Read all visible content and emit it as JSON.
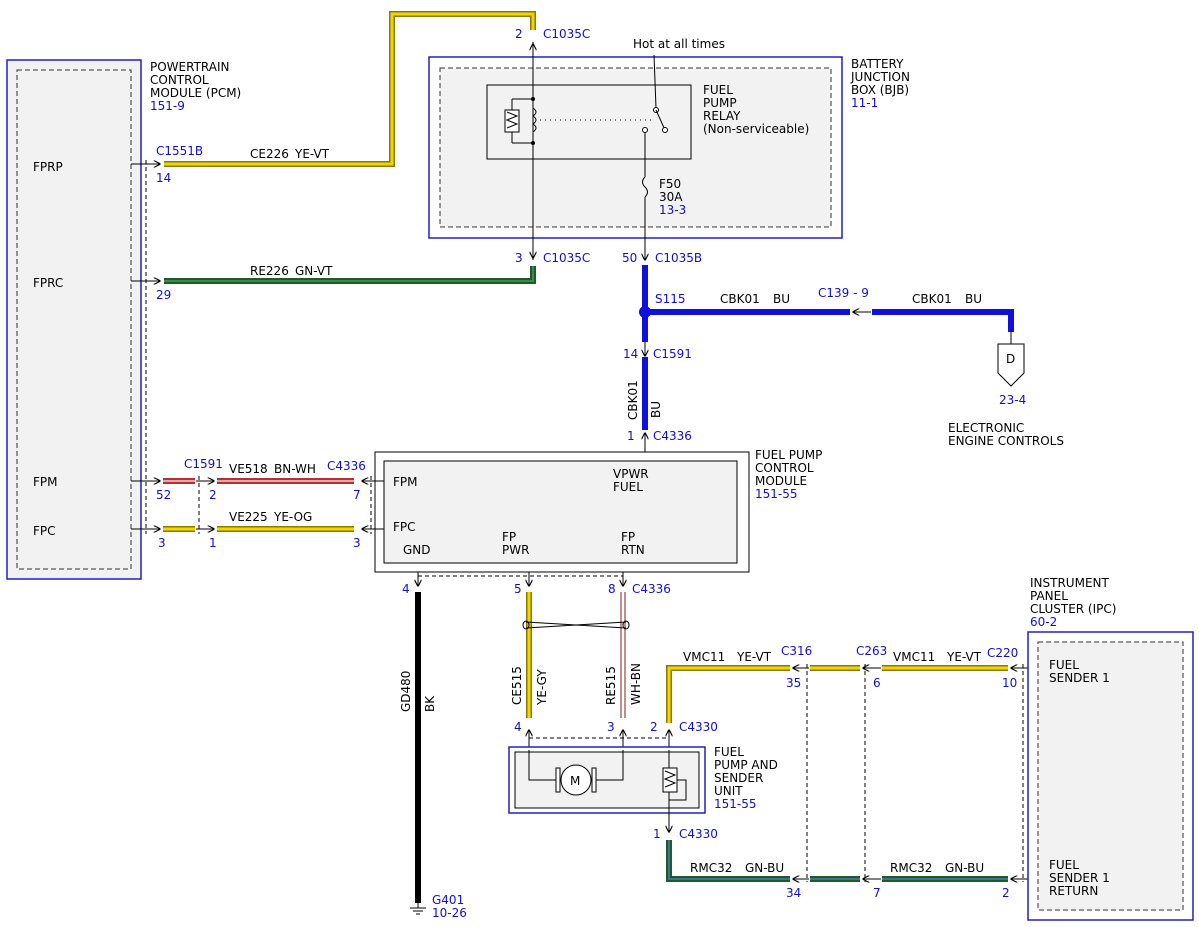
{
  "colors": {
    "blue_label": "#1010cc",
    "wire_yellow": "#f2d400",
    "wire_yellow_edge": "#8a7a00",
    "wire_blue": "#1010dd",
    "wire_green": "#1e5a2c",
    "wire_red": "#b53030",
    "wire_black": "#000000",
    "box_fill": "#f2f2f2"
  },
  "modules": {
    "pcm": {
      "name_lines": [
        "POWERTRAIN",
        "CONTROL",
        "MODULE (PCM)"
      ],
      "ref": "151-9",
      "pins": [
        "FPRP",
        "FPRC",
        "FPM",
        "FPC"
      ]
    },
    "bjb": {
      "name_lines": [
        "BATTERY",
        "JUNCTION",
        "BOX (BJB)"
      ],
      "ref": "11-1",
      "hot_label": "Hot at all times",
      "relay_lines": [
        "FUEL",
        "PUMP",
        "RELAY",
        "(Non-serviceable)"
      ],
      "fuse_lines": [
        "F50",
        "30A"
      ],
      "fuse_ref": "13-3"
    },
    "fpcm": {
      "name_lines": [
        "FUEL PUMP",
        "CONTROL",
        "MODULE"
      ],
      "ref": "151-55",
      "pin_fpm": "FPM",
      "pin_fpc": "FPC",
      "vpwr_lines": [
        "VPWR",
        "FUEL"
      ],
      "gnd": "GND",
      "fp_pwr_lines": [
        "FP",
        "PWR"
      ],
      "fp_rtn_lines": [
        "FP",
        "RTN"
      ]
    },
    "pump": {
      "name_lines": [
        "FUEL",
        "PUMP AND",
        "SENDER",
        "UNIT"
      ],
      "ref": "151-55",
      "motor_label": "M"
    },
    "ipc": {
      "name_lines": [
        "INSTRUMENT",
        "PANEL",
        "CLUSTER (IPC)"
      ],
      "ref": "60-2",
      "pin_sender_lines": [
        "FUEL",
        "SENDER 1"
      ],
      "pin_return_lines": [
        "FUEL",
        "SENDER 1",
        "RETURN"
      ]
    },
    "eec": {
      "name_lines": [
        "ELECTRONIC",
        "ENGINE CONTROLS"
      ],
      "ref": "23-4",
      "connector_letter": "D"
    }
  },
  "connectors": {
    "c1035c_top": {
      "pin": "2",
      "name": "C1035C"
    },
    "c1035c_bot": {
      "pin": "3",
      "name": "C1035C"
    },
    "c1035b": {
      "pin": "50",
      "name": "C1035B"
    },
    "c1551b": {
      "name": "C1551B",
      "pin_fprp": "14",
      "pin_fprc": "29"
    },
    "s115": "S115",
    "c139": "C139 - 9",
    "c1591_top": {
      "pin": "14",
      "name": "C1591"
    },
    "c4336_top": {
      "pin": "1",
      "name": "C4336"
    },
    "c1591_left": {
      "name": "C1591",
      "pcm_pin_fpm": "52",
      "pcm_pin_fpc": "3",
      "pin_fpm": "2",
      "pin_fpc": "1"
    },
    "c4336_left": {
      "name": "C4336",
      "pin_fpm": "7",
      "pin_fpc": "3"
    },
    "c4336_bot": {
      "name": "C4336",
      "pin_gnd": "4",
      "pin_pwr": "5",
      "pin_rtn": "8"
    },
    "c4330_top": {
      "name": "C4330",
      "pin_ce": "4",
      "pin_re": "3",
      "pin_vmc": "2"
    },
    "c4330_bot": {
      "pin": "1",
      "name": "C4330"
    },
    "c316": {
      "name": "C316",
      "pin_vmc": "35",
      "pin_rmc": "34"
    },
    "c263": {
      "name": "C263",
      "pin_vmc": "6",
      "pin_rmc": "7"
    },
    "c220": {
      "name": "C220",
      "pin_vmc": "10",
      "pin_rmc": "2"
    },
    "g401": {
      "name": "G401",
      "ref": "10-26"
    }
  },
  "wires": {
    "ce226": {
      "circuit": "CE226",
      "color": "YE-VT"
    },
    "re226": {
      "circuit": "RE226",
      "color": "GN-VT"
    },
    "cbk01_h1": {
      "circuit": "CBK01",
      "color": "BU"
    },
    "cbk01_h2": {
      "circuit": "CBK01",
      "color": "BU"
    },
    "cbk01_v": {
      "circuit": "CBK01",
      "color": "BU"
    },
    "ve518": {
      "circuit": "VE518",
      "color": "BN-WH"
    },
    "ve225": {
      "circuit": "VE225",
      "color": "YE-OG"
    },
    "gd480": {
      "circuit": "GD480",
      "color": "BK"
    },
    "ce515": {
      "circuit": "CE515",
      "color": "YE-GY"
    },
    "re515": {
      "circuit": "RE515",
      "color": "WH-BN"
    },
    "vmc11_a": {
      "circuit": "VMC11",
      "color": "YE-VT"
    },
    "vmc11_b": {
      "circuit": "VMC11",
      "color": "YE-VT"
    },
    "rmc32_a": {
      "circuit": "RMC32",
      "color": "GN-BU"
    },
    "rmc32_b": {
      "circuit": "RMC32",
      "color": "GN-BU"
    }
  }
}
